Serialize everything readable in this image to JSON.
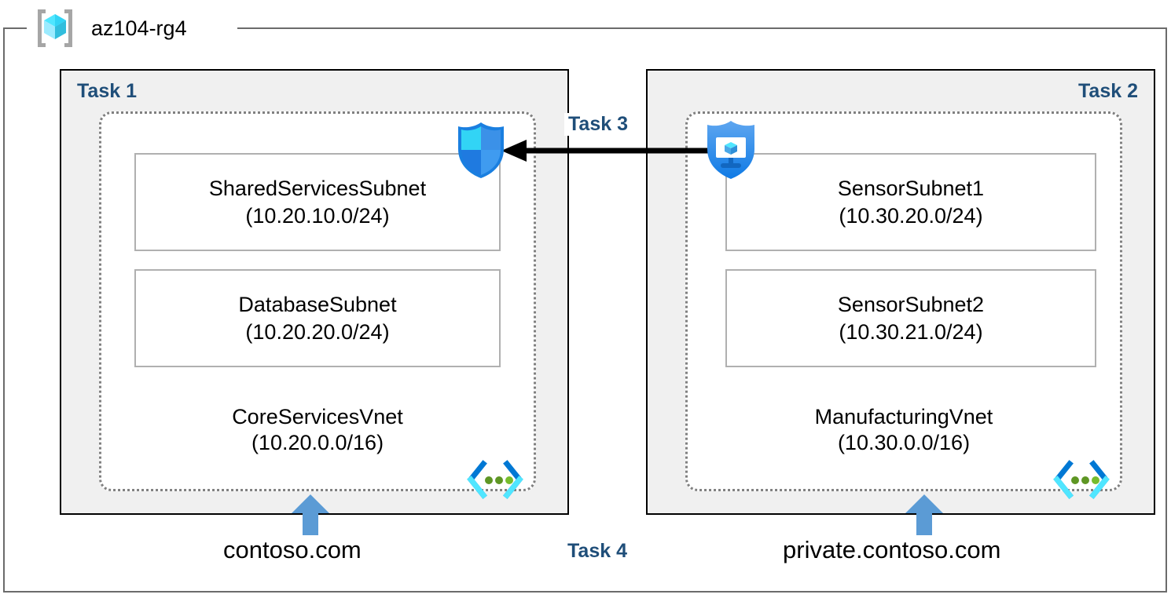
{
  "resource_group": {
    "icon": "resource-group-cube-icon",
    "name": "az104-rg4"
  },
  "colors": {
    "task_label": "#1f4e79",
    "panel_fill": "#f0f0f0",
    "panel_border": "#000000",
    "vnet_border": "#808080",
    "subnet_border": "#b0b0b0",
    "dns_arrow": "#5b9bd5",
    "peering_arrow": "#000000",
    "rg_border": "#6b6b6b"
  },
  "panels": [
    {
      "task_label": "Task 1",
      "align": "left",
      "vnet": {
        "name": "CoreServicesVnet",
        "cidr": "(10.20.0.0/16)",
        "icon": "virtual-network-icon",
        "subnets": [
          {
            "name": "SharedServicesSubnet",
            "cidr": "(10.20.10.0/24)"
          },
          {
            "name": "DatabaseSubnet",
            "cidr": "(10.20.20.0/24)"
          }
        ]
      },
      "dns": {
        "label": "contoso.com",
        "arrow": "dns-link-up-arrow-icon"
      }
    },
    {
      "task_label": "Task 2",
      "align": "right",
      "vnet": {
        "name": "ManufacturingVnet",
        "cidr": "(10.30.0.0/16)",
        "icon": "virtual-network-icon",
        "subnets": [
          {
            "name": "SensorSubnet1",
            "cidr": "(10.30.20.0/24)"
          },
          {
            "name": "SensorSubnet2",
            "cidr": "(10.30.21.0/24)"
          }
        ]
      },
      "dns": {
        "label": "private.contoso.com",
        "arrow": "dns-link-up-arrow-icon"
      }
    }
  ],
  "overlays": {
    "nsg_icon": "network-security-shield-icon",
    "bastion_icon": "bastion-shield-monitor-icon",
    "peering": {
      "task_label": "Task 3",
      "direction": "right-to-left",
      "icon": "peering-arrow-icon"
    },
    "dns_task": {
      "task_label": "Task 4"
    }
  }
}
